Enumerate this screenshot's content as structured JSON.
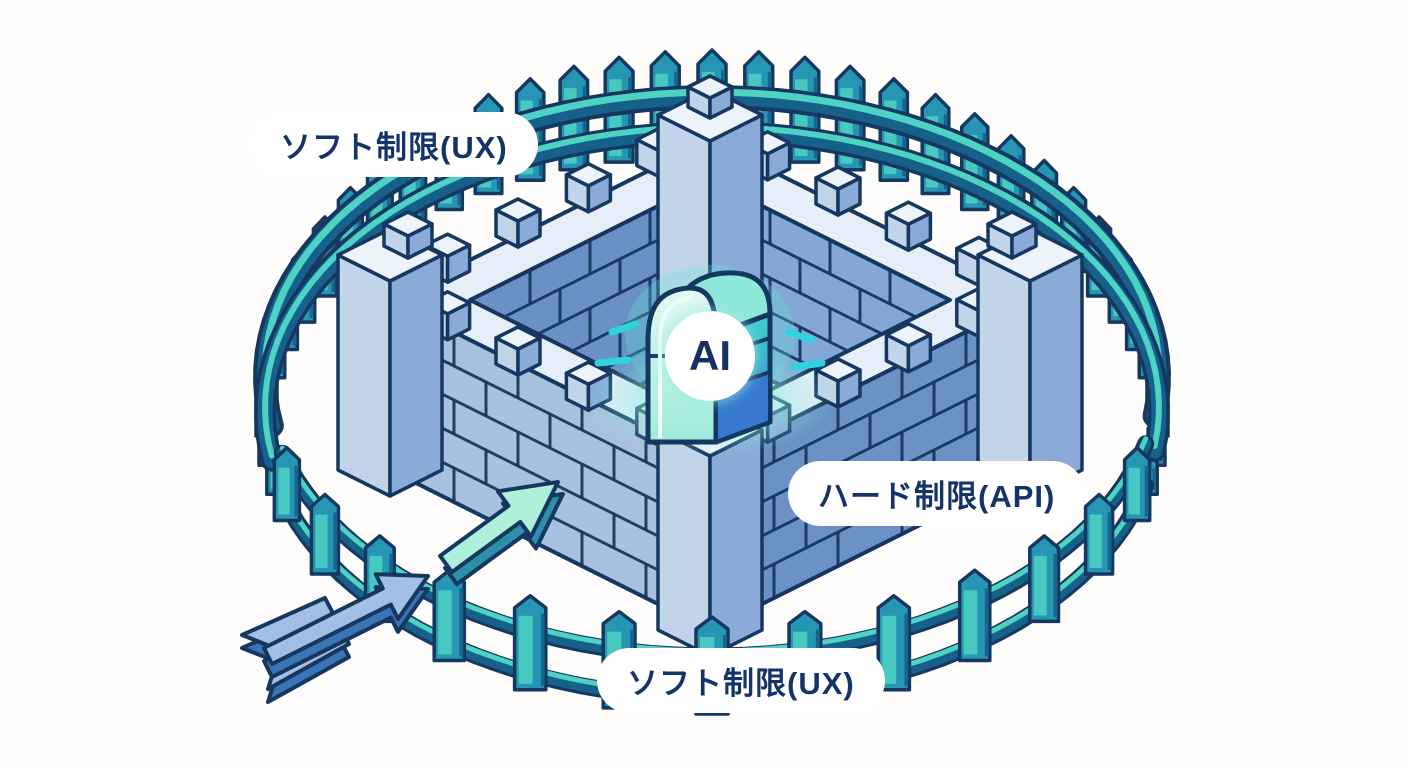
{
  "diagram": {
    "labels": {
      "soft_limit_back": "ソフト制限(UX)",
      "hard_limit": "ハード制限(API)",
      "soft_limit_front": "ソフト制限(UX)",
      "ai_badge": "AI"
    },
    "palette": {
      "background": "#fefdfc",
      "outline": "#16375f",
      "wall_left": "#a8c1e1",
      "wall_right": "#6c92c5",
      "wall_top": "#e6eef9",
      "wall_inner_left": "#6a90c6",
      "wall_inner_right": "#83a8d6",
      "courtyard": "#fcfdff",
      "merlon_top": "#ecf3fb",
      "merlon_left": "#c2d4ea",
      "merlon_right": "#8aabd8",
      "fence_mid": "#2796b4",
      "fence_light": "#4ed2c4",
      "fence_dark": "#15618a",
      "glow": "#66e5d6",
      "sparkle": "#2ed3dd",
      "chest_mint": "#d8f7ee",
      "chest_teal": "#3ecfd0",
      "chest_blue": "#3679cf",
      "chest_lid": "#8fe9da",
      "arrow_blue_top": "#a3bfe3",
      "arrow_blue_side": "#3b74b4",
      "arrow_mint_top": "#aef0da",
      "arrow_mint_side": "#2d8fa8",
      "label_bg": "#ffffff",
      "label_text": "#143469"
    }
  }
}
